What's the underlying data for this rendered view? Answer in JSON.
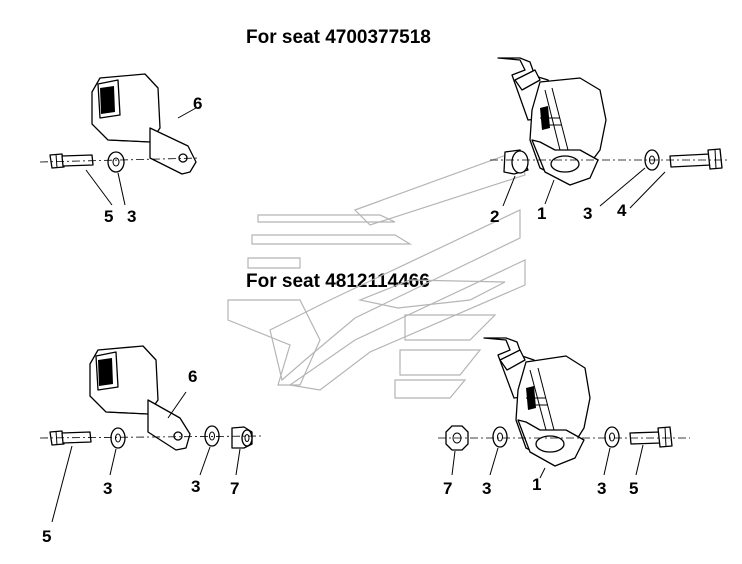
{
  "titles": {
    "top": "For seat 4700377518",
    "bottom": "For seat 4812114466"
  },
  "callouts": {
    "top": {
      "buckle": "6",
      "bolt_left": "5",
      "washer_left": "3",
      "spacer": "2",
      "retractor": "1",
      "washer_right": "3",
      "bolt_right": "4"
    },
    "bottom": {
      "buckle": "6",
      "bolt_left": "5",
      "washer_left": "3",
      "washer_mid": "3",
      "nut_left": "7",
      "nut_right": "7",
      "washer_right_a": "3",
      "retractor": "1",
      "washer_right_b": "3",
      "bolt_right": "5"
    }
  },
  "icons": {
    "buckle": "seat-belt-buckle-icon",
    "retractor": "seat-belt-retractor-icon",
    "bolt": "bolt-icon",
    "washer": "washer-icon",
    "nut": "hex-nut-icon",
    "spacer": "spacer-bushing-icon",
    "watermark": "brand-watermark"
  }
}
